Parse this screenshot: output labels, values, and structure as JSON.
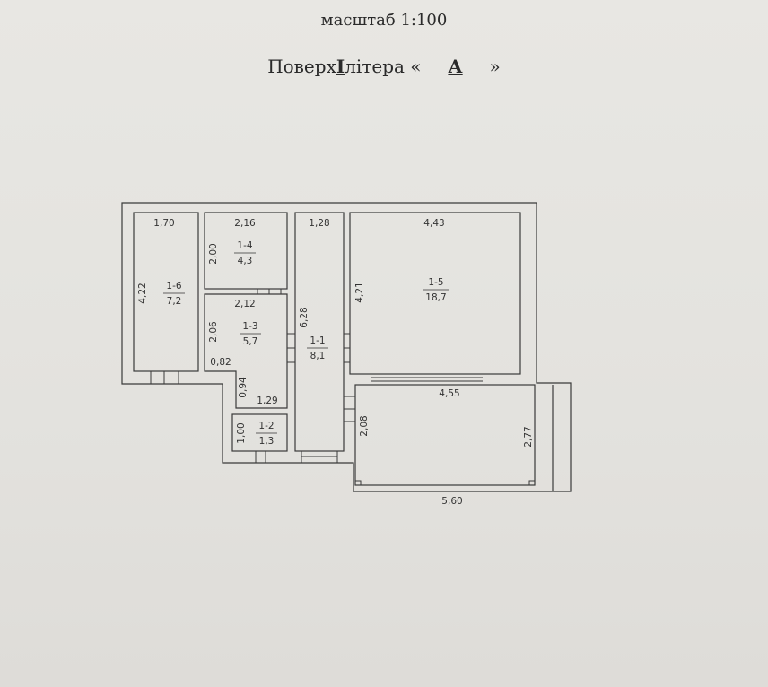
{
  "header": {
    "scale_label": "масштаб 1:100",
    "floor_prefix": "Поверх",
    "floor_number": "I",
    "letter_prefix": "літера «",
    "letter_value": "А",
    "letter_suffix": "»"
  },
  "rooms": [
    {
      "id": "1-1",
      "area": "8,1"
    },
    {
      "id": "1-2",
      "area": "1,3"
    },
    {
      "id": "1-3",
      "area": "5,7"
    },
    {
      "id": "1-4",
      "area": "4,3"
    },
    {
      "id": "1-5",
      "area": "18,7"
    },
    {
      "id": "1-6",
      "area": "7,2"
    }
  ],
  "dimensions": {
    "r16_width": "1,70",
    "r16_height": "4,22",
    "r14_width": "2,16",
    "r14_height": "2,00",
    "r13_width": "2,12",
    "r13_height": "2,06",
    "r13_step": "0,82",
    "r13_lower_height": "0,94",
    "r13_lower_width": "1,29",
    "r12_height": "1,00",
    "r11_width": "1,28",
    "r11_height": "6,28",
    "r15_width": "4,43",
    "r15_height": "4,21",
    "terrace_inner_width": "4,55",
    "terrace_height": "2,08",
    "terrace_outer_height": "2,77",
    "terrace_outer_width": "5,60"
  },
  "colors": {
    "paper": "#e4e3df",
    "lines": "#3a3a3a",
    "text": "#333333"
  }
}
